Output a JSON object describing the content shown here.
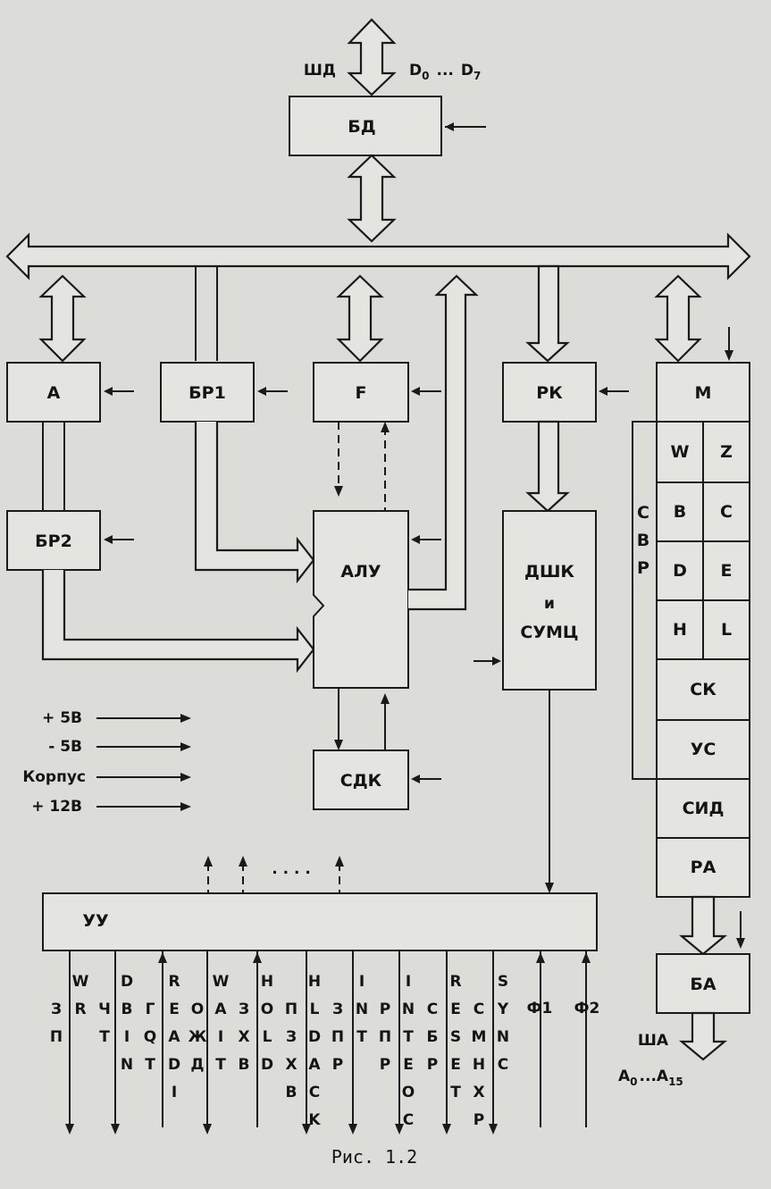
{
  "figure": {
    "caption": "Рис. 1.2",
    "data_bus": {
      "label": "ШД",
      "range_start": "D",
      "range_start_sub": "0",
      "range_dots": "...",
      "range_end": "D",
      "range_end_sub": "7"
    },
    "address_bus": {
      "label": "ША",
      "range_start": "A",
      "range_start_sub": "0",
      "range_dots": "...",
      "range_end": "A",
      "range_end_sub": "15"
    },
    "blocks": {
      "bd": "БД",
      "a": "A",
      "br1": "БР1",
      "f": "F",
      "rk": "РК",
      "br2": "БР2",
      "alu": "АЛУ",
      "dshk_1": "ДШК",
      "dshk_2": "и",
      "dshk_3": "СУМЦ",
      "sdk": "СДК",
      "uu": "УУ",
      "ba": "БА",
      "m": "М",
      "w": "W",
      "z": "Z",
      "b": "B",
      "c": "C",
      "d": "D",
      "e": "E",
      "h": "H",
      "l": "L",
      "sk": "СК",
      "us": "УС",
      "sid": "СИД",
      "ra": "РА"
    },
    "svr": [
      "С",
      "В",
      "Р"
    ],
    "power": [
      "+ 5В",
      "- 5В",
      "Корпус",
      "+ 12В"
    ],
    "uu_dots": ". . . .",
    "control_signals": [
      [
        "",
        "З",
        "П"
      ],
      [
        "W",
        "R",
        ""
      ],
      [
        "",
        "Ч",
        "Т"
      ],
      [
        "D",
        "В",
        "I",
        "N"
      ],
      [
        "",
        "Г",
        "Q",
        "T"
      ],
      [
        "R",
        "E",
        "A",
        "D",
        "I"
      ],
      [
        "",
        "O",
        "Ж",
        "Д"
      ],
      [
        "W",
        "A",
        "I",
        "T"
      ],
      [
        "",
        "З",
        "X",
        "В"
      ],
      [
        "H",
        "O",
        "L",
        "D"
      ],
      [
        "",
        "П",
        "З",
        "X",
        "В"
      ],
      [
        "H",
        "L",
        "D",
        "A",
        "C",
        "K"
      ],
      [
        "",
        "З",
        "П",
        "P"
      ],
      [
        "I",
        "N",
        "T"
      ],
      [
        "",
        "P",
        "П",
        "P"
      ],
      [
        "I",
        "N",
        "T",
        "E",
        "O",
        "C"
      ],
      [
        "",
        "C",
        "Б",
        "P"
      ],
      [
        "R",
        "E",
        "S",
        "E",
        "T"
      ],
      [
        "",
        "C",
        "M",
        "H",
        "X",
        "P"
      ],
      [
        "S",
        "Y",
        "N",
        "C"
      ],
      [
        "Ф1"
      ],
      [
        "Ф2"
      ]
    ]
  }
}
